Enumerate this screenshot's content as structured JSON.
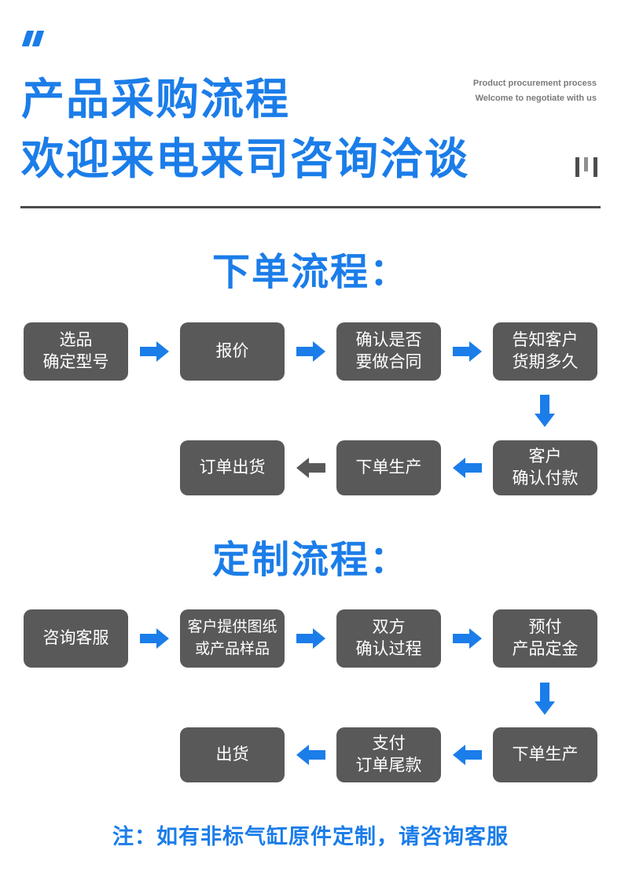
{
  "header": {
    "title": "产品采购流程\n欢迎来电来司咨询洽谈",
    "subtitle_en_line1": "Product procurement process",
    "subtitle_en_line2": "Welcome to negotiate with us"
  },
  "colors": {
    "accent_blue": "#1b7de9",
    "box_gray": "#595959",
    "divider_gray": "#4d4d4d",
    "subtitle_gray": "#7a7a7a"
  },
  "flow_order": {
    "heading": "下单流程：",
    "row1": [
      "选品\n确定型号",
      "报价",
      "确认是否\n要做合同",
      "告知客户\n货期多久"
    ],
    "row2": [
      "订单出货",
      "下单生产",
      "客户\n确认付款"
    ]
  },
  "flow_custom": {
    "heading": "定制流程：",
    "row1": [
      "咨询客服",
      "客户提供图纸\n或产品样品",
      "双方\n确认过程",
      "预付\n产品定金"
    ],
    "row2": [
      "出货",
      "支付\n订单尾款",
      "下单生产"
    ]
  },
  "note": "注：如有非标气缸原件定制，请咨询客服"
}
